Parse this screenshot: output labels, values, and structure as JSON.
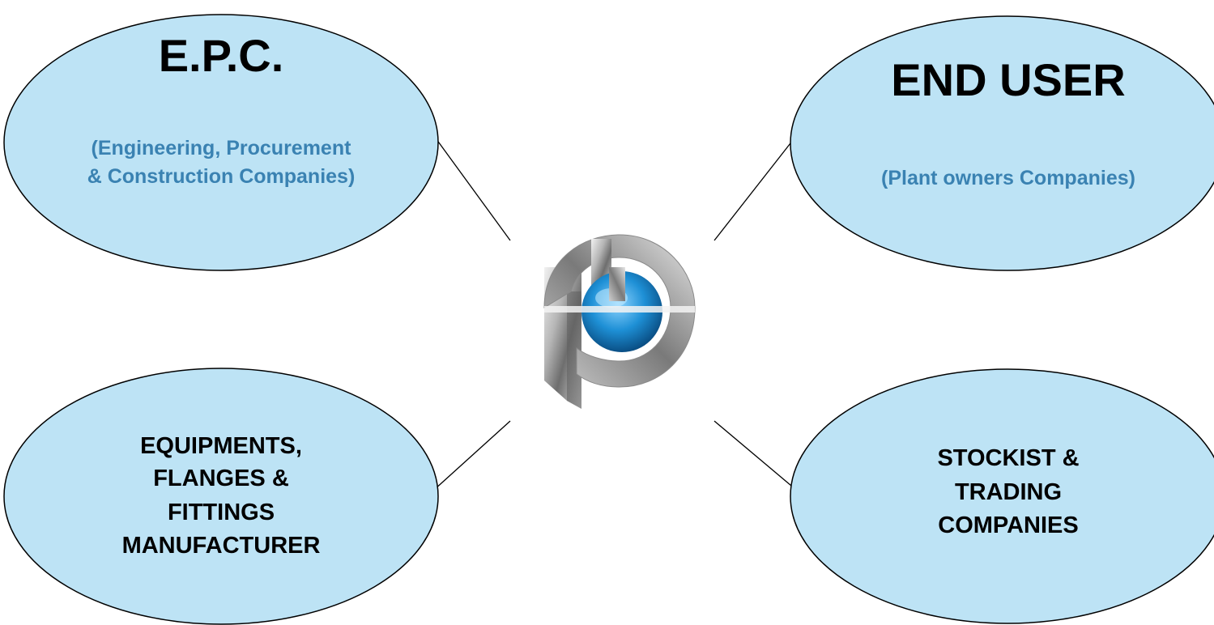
{
  "nodes": {
    "epc": {
      "title": "E.P.C.",
      "subtitle_line1": "(Engineering, Procurement",
      "subtitle_line2": "& Construction Companies)"
    },
    "end_user": {
      "title": "END USER",
      "subtitle": "(Plant owners Companies)"
    },
    "manufacturer": {
      "line1": "EQUIPMENTS,",
      "line2": "FLANGES &",
      "line3": "FITTINGS",
      "line4": "MANUFACTURER"
    },
    "stockist": {
      "line1": "STOCKIST &",
      "line2": "TRADING",
      "line3": "COMPANIES"
    }
  },
  "colors": {
    "ellipse_fill": "#bde3f5",
    "ellipse_stroke": "#000000",
    "subtitle_text": "#3a82b2",
    "logo_blue": "#1e90d6",
    "logo_metal": "#9a9a9a"
  },
  "logo": {
    "icon": "company-logo-p-icon"
  }
}
